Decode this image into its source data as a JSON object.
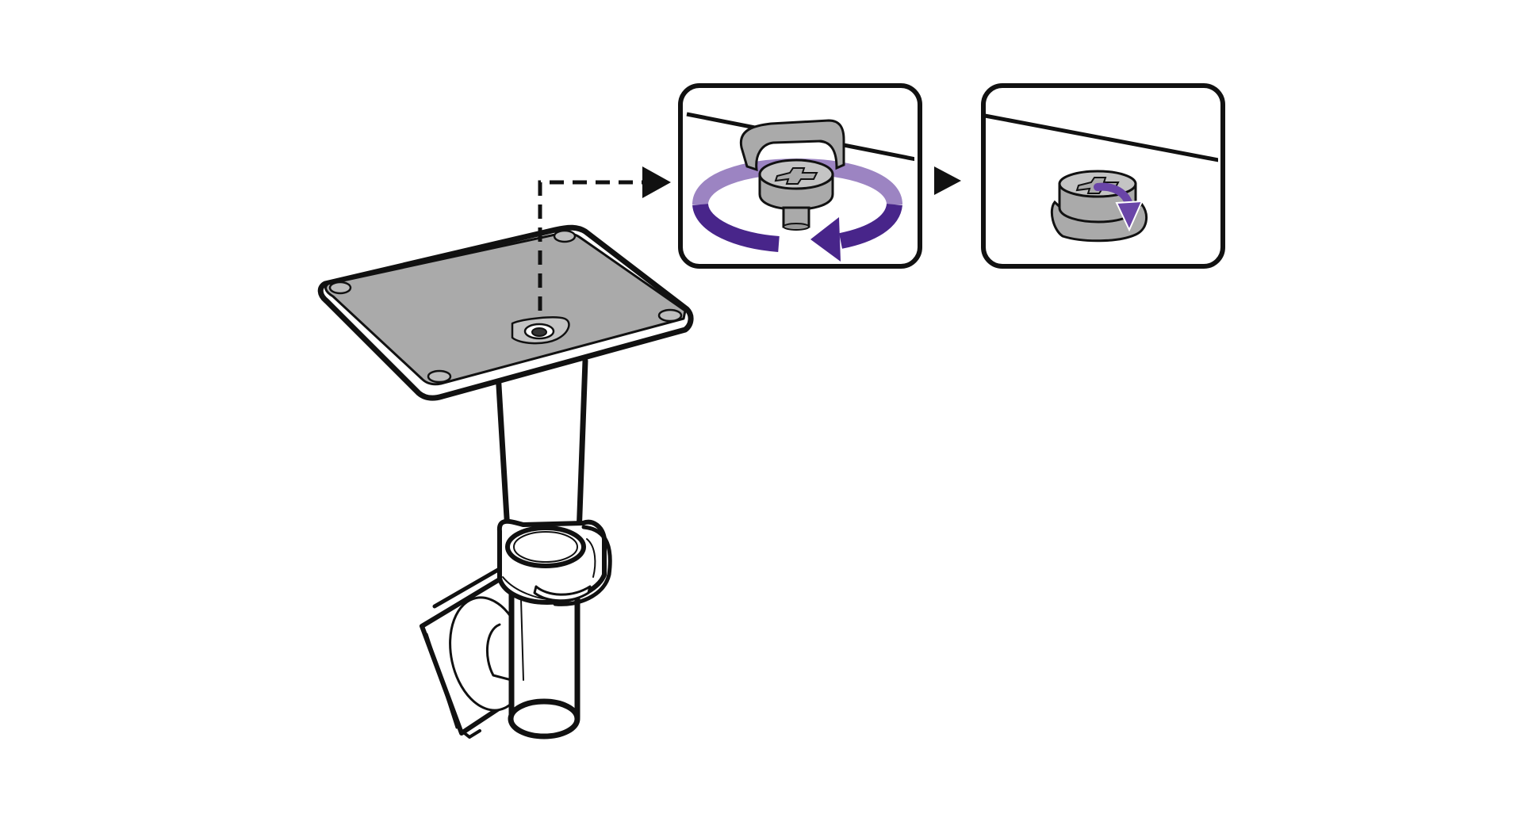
{
  "colors": {
    "background": "#ffffff",
    "line": "#111111",
    "part_fill": "#aaaaaa",
    "part_light": "#c4c4c4",
    "accent_dark": "#48258a",
    "accent_light": "#9c84c2",
    "accent_mid": "#6a45a8"
  },
  "illustration": {
    "main": "monitor-stand-column",
    "step1": "thumbscrew-ring-rotate",
    "step2": "ring-folded-down"
  },
  "icons": [
    "dashed-callout-arrow-icon",
    "step-arrow-icon",
    "rotate-arrow-icon",
    "fold-arrow-icon"
  ]
}
